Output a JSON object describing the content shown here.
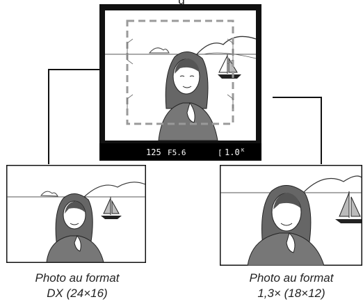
{
  "top_caption_fragment": "g",
  "viewfinder": {
    "shutter_speed": "125",
    "aperture": "F5.6",
    "bracket_open": "[",
    "exposure_count": "1.0",
    "k_marker": "K"
  },
  "captions": {
    "left_line1": "Photo au format",
    "left_line2": "DX (24×16)",
    "right_line1": "Photo au format",
    "right_line2": "1,3× (18×12)"
  },
  "colors": {
    "frame_black": "#111111",
    "dashed_crop": "#9a9a9a",
    "ink": "#333333",
    "hair": "#555555"
  }
}
